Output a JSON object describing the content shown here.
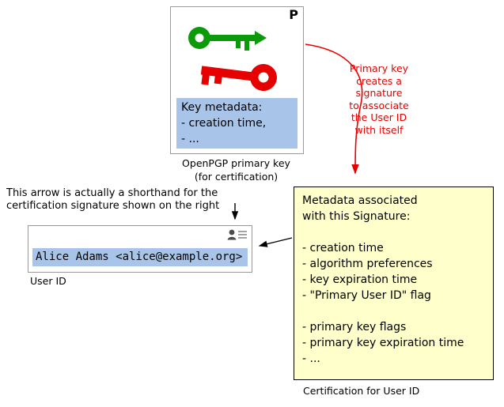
{
  "colors": {
    "highlight_blue": "#a8c4e8",
    "note_yellow": "#ffffcc",
    "accent_red": "#e60000",
    "key_green": "#0a9a0a",
    "key_red": "#e60000"
  },
  "primary_key": {
    "corner_label": "P",
    "metadata_lines": [
      "Key metadata:",
      "- creation time,",
      "- ..."
    ],
    "caption_lines": [
      "OpenPGP primary key",
      "(for certification)"
    ]
  },
  "red_note": {
    "lines": [
      "Primary key",
      "creates a",
      "signature",
      "to associate",
      "the User ID",
      "with itself"
    ]
  },
  "shorthand_note": {
    "lines": [
      "This arrow is actually a shorthand for the",
      "certification signature shown on the right"
    ]
  },
  "user_id": {
    "value": "Alice Adams <alice@example.org>",
    "caption": "User ID"
  },
  "certification": {
    "title_lines": [
      "Metadata associated",
      "with this Signature:"
    ],
    "items_group1": [
      "- creation time",
      "- algorithm preferences",
      "- key expiration time",
      "- \"Primary User ID\" flag"
    ],
    "items_group2": [
      "- primary key flags",
      "- primary key expiration time",
      "- ..."
    ],
    "caption": "Certification for User ID"
  }
}
